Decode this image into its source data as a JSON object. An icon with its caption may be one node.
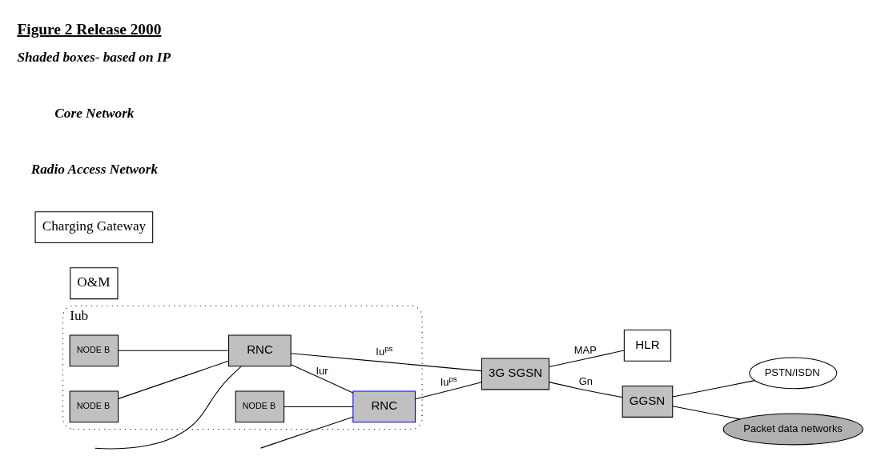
{
  "diagram": {
    "title": "Figure 2 Release 2000",
    "nodes": [
      {
        "text": [
          "Iub"
        ]
      },
      {
        "text": [
          "NODE B"
        ],
        "in": 0
      },
      {
        "text": [
          "RNC"
        ],
        "in": 0
      },
      {
        "text": [
          "NODE B"
        ],
        "in": 0
      },
      {
        "text": [
          "NODE B"
        ],
        "in": 0
      },
      {
        "text": [
          "RNC"
        ],
        "in": 0
      },
      {
        "text": [
          "O&M"
        ]
      },
      {
        "text": [
          "Charging Gateway"
        ]
      },
      {
        "text": [
          "HLR"
        ]
      },
      {
        "text": [
          "PSTN/ISDN"
        ]
      },
      {
        "text": [
          "3G SGSN"
        ]
      },
      {
        "text": [
          "GGSN"
        ]
      },
      {
        "text": [
          "Packet data networks"
        ]
      }
    ],
    "edges": [
      {
        "from": 1,
        "to": 2,
        "arrow": "none"
      },
      {
        "from": null,
        "to": 2,
        "arrow": "none"
      },
      {
        "from": 3,
        "to": 2,
        "arrow": "none"
      },
      {
        "from": 2,
        "to": 5,
        "arrow": "none",
        "label": "Iur"
      },
      {
        "from": null,
        "to": 5,
        "arrow": "none"
      },
      {
        "from": 4,
        "to": 5,
        "arrow": "none"
      },
      {
        "from": 2,
        "to": 10,
        "arrow": "none",
        "label": "Iu$^{ps}$"
      },
      {
        "from": 5,
        "to": 10,
        "arrow": "none",
        "label": "Iu$^{ps}$"
      },
      {
        "from": 10,
        "to": 8,
        "arrow": "none",
        "label": "MAP"
      },
      {
        "from": 10,
        "to": 11,
        "arrow": "none",
        "label": "Gn"
      },
      {
        "from": 11,
        "to": 9,
        "arrow": "none"
      },
      {
        "from": 11,
        "to": 12,
        "arrow": "none"
      }
    ],
    "labels": [
      "Radio Access Network",
      "Core Network",
      "Shaded boxes- based on IP"
    ]
  }
}
